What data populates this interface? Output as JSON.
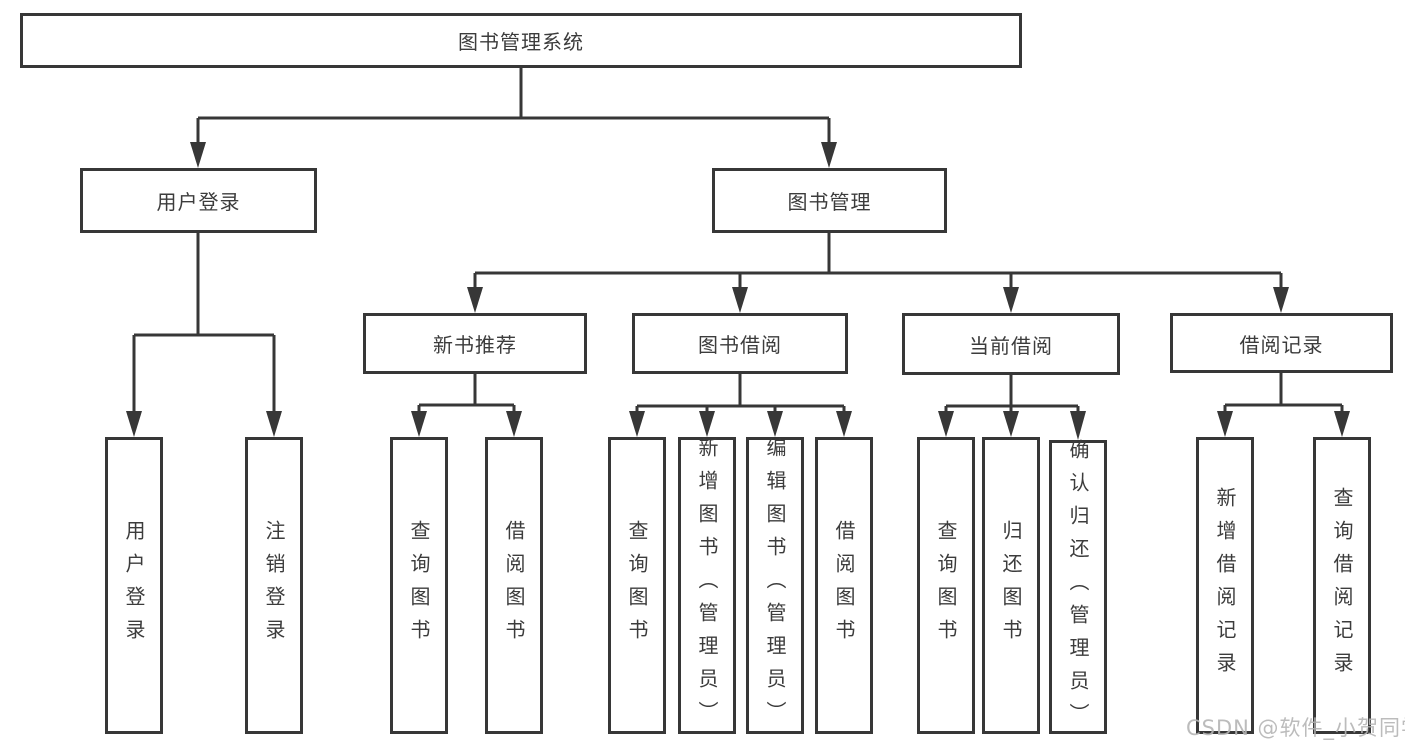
{
  "diagram": {
    "title_node": {
      "label": "图书管理系统"
    },
    "branches": [
      {
        "label": "用户登录"
      },
      {
        "label": "图书管理"
      }
    ],
    "groups": [
      {
        "label": "新书推荐"
      },
      {
        "label": "图书借阅"
      },
      {
        "label": "当前借阅"
      },
      {
        "label": "借阅记录"
      }
    ],
    "leaves": [
      {
        "label": "用户登录"
      },
      {
        "label": "注销登录"
      },
      {
        "label": "查询图书"
      },
      {
        "label": "借阅图书"
      },
      {
        "label": "查询图书"
      },
      {
        "label": "新增图书（管理员）"
      },
      {
        "label": "编辑图书（管理员）"
      },
      {
        "label": "借阅图书"
      },
      {
        "label": "查询图书"
      },
      {
        "label": "归还图书"
      },
      {
        "label": "确认归还（管理员）"
      },
      {
        "label": "新增借阅记录"
      },
      {
        "label": "查询借阅记录"
      }
    ],
    "colors": {
      "line": "#373737",
      "text": "#3c3c3c",
      "watermark": "#b5b5b5",
      "background": "#ffffff"
    }
  },
  "watermark": {
    "text": "CSDN @软件_小贺同学"
  }
}
